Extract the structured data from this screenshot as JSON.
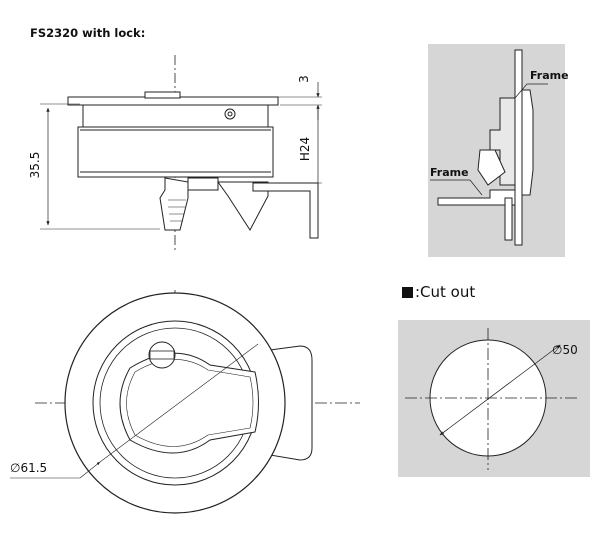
{
  "title": "FS2320 with lock:",
  "cutout_label": ":Cut out",
  "frame_label_top": "Frame",
  "frame_label_bottom": "Frame",
  "dims": {
    "height_total": "35.5",
    "flange": "3",
    "inner_height": "H24",
    "outer_diameter": "∅61.5",
    "cutout_diameter": "∅50"
  },
  "colors": {
    "line": "#222222",
    "panel": "#d6d6d6",
    "cutout_fill": "#ffffff"
  }
}
